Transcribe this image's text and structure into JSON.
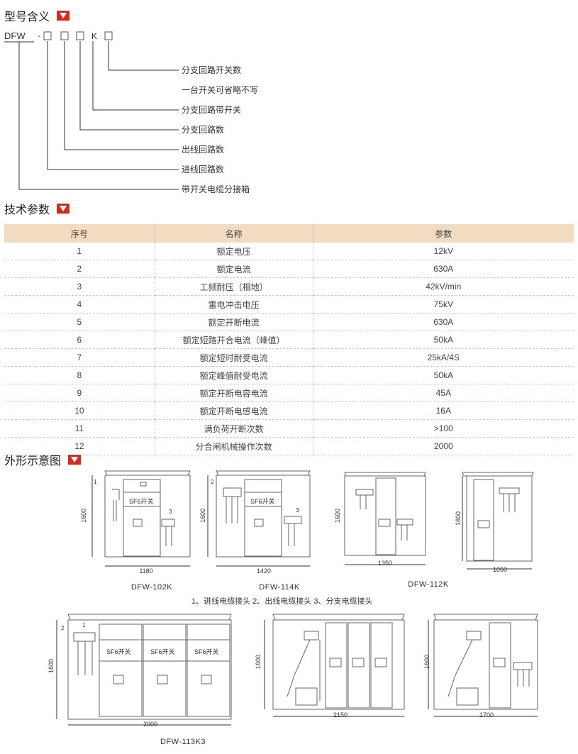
{
  "sections": {
    "model": "型号含义",
    "params": "技术参数",
    "outline": "外形示意图"
  },
  "model": {
    "prefix": "DFW",
    "dash": "-",
    "k_letter": "K",
    "descriptions": [
      "分支回路开关数",
      "一台开关可省略不写",
      "分支回路带开关",
      "分支回路数",
      "出线回路数",
      "进线回路数",
      "带开关电缆分接箱"
    ]
  },
  "table": {
    "headers": [
      "序号",
      "名称",
      "参数"
    ],
    "rows": [
      [
        "1",
        "额定电压",
        "12kV"
      ],
      [
        "2",
        "额定电流",
        "630A"
      ],
      [
        "3",
        "工频耐压（相地）",
        "42kV/min"
      ],
      [
        "4",
        "雷电冲击电压",
        "75kV"
      ],
      [
        "5",
        "额定开断电流",
        "630A"
      ],
      [
        "6",
        "额定短路开合电流（峰值）",
        "50kA"
      ],
      [
        "7",
        "额定短时耐受电流",
        "25kA/4S"
      ],
      [
        "8",
        "额定峰值耐受电流",
        "50kA"
      ],
      [
        "9",
        "额定开断电容电流",
        "45A"
      ],
      [
        "10",
        "额定开断电感电流",
        "16A"
      ],
      [
        "11",
        "满负荷开断次数",
        ">100"
      ],
      [
        "12",
        "分合闸机械操作次数",
        "2000"
      ]
    ]
  },
  "figures": {
    "fig1": {
      "name": "DFW-102K",
      "width": "1180",
      "height": "1600",
      "switch": "SF6开关",
      "n1": "1",
      "n3": "3"
    },
    "fig2": {
      "name": "DFW-114K",
      "width": "1420",
      "height": "1600",
      "switch": "SF6开关",
      "n2": "2",
      "n3": "3"
    },
    "fig3": {
      "name": "DFW-112K",
      "width": "1350",
      "height": "1600"
    },
    "fig4": {
      "width": "1050",
      "height": "1600"
    },
    "legend": "1、进线电缆接头  2、出线电缆接头  3、分支电缆接头",
    "fig5": {
      "name": "DFW-113K3",
      "width": "2000",
      "height": "1600",
      "switch": "SF6开关",
      "n1": "1",
      "n2": "2"
    },
    "fig6": {
      "width": "2150",
      "height": "1600"
    },
    "fig7": {
      "width": "1700",
      "height": "1600"
    }
  }
}
